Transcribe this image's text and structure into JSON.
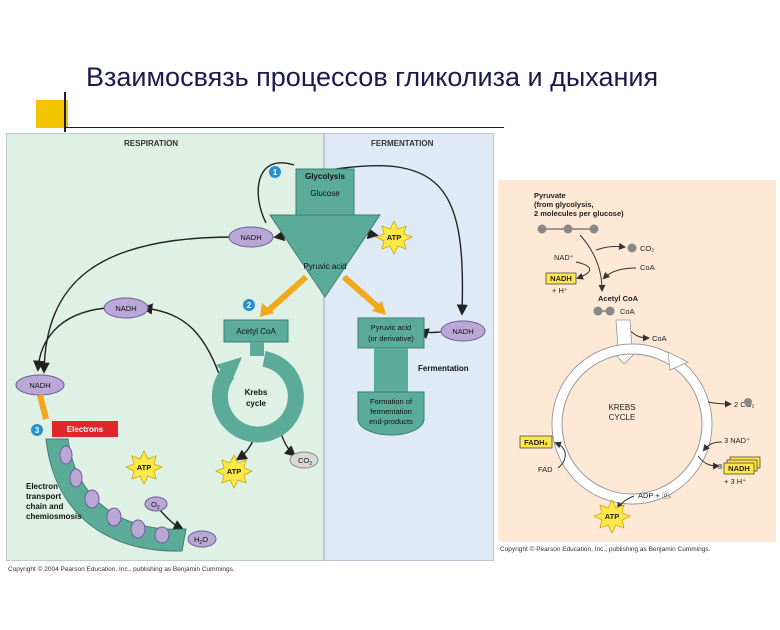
{
  "title": "Взаимосвязь процессов гликолиза и дыхания",
  "left": {
    "respiration": "RESPIRATION",
    "fermentation": "FERMENTATION",
    "step1": "1",
    "step2": "2",
    "step3": "3",
    "glycolysis": "Glycolysis",
    "glucose": "Glucose",
    "pyruvic_acid": "Pyruvic acid",
    "nadh": "NADH",
    "atp": "ATP",
    "acetyl_coa": "Acetyl CoA",
    "pyruvic_deriv_line1": "Pyruvic acid",
    "pyruvic_deriv_line2": "(or derivative)",
    "fermentation_label": "Fermentation",
    "krebs_line1": "Krebs",
    "krebs_line2": "cycle",
    "co2": "CO",
    "co2_sub": "2",
    "formation_line1": "Formation of",
    "formation_line2": "fermentation",
    "formation_line3": "end-products",
    "electrons": "Electrons",
    "etc_line1": "Electron",
    "etc_line2": "transport",
    "etc_line3": "chain and",
    "etc_line4": "chemiosmosis",
    "o2": "O",
    "o2_sub": "2",
    "h2o": "H",
    "h2o_sub": "2",
    "h2o_end": "O",
    "copyright": "Copyright © 2004 Pearson Education, Inc., publishing as Benjamin Cummings."
  },
  "right": {
    "pyruvate_line1": "Pyruvate",
    "pyruvate_line2": "(from glycolysis,",
    "pyruvate_line3": "2 molecules per glucose)",
    "nad_plus": "NAD⁺",
    "co2": "CO₂",
    "coa": "CoA",
    "nadh": "NADH",
    "h_plus": "+ H⁺",
    "acetyl_coa": "Acetyl CoA",
    "coa2": "CoA",
    "coa3": "CoA",
    "krebs_line1": "KREBS",
    "krebs_line2": "CYCLE",
    "two_co2": "2 CO₂",
    "fadh2": "FADH₂",
    "fad": "FAD",
    "three_nad": "3 NAD⁺",
    "three_nadh": "3",
    "nadh_box": "NADH",
    "three_h": "+ 3 H⁺",
    "adp": "ADP + ⓟᵢ",
    "atp": "ATP",
    "copyright": "Copyright © Pearson Education, Inc., publishing as Benjamin Cummings."
  },
  "colors": {
    "respiration_bg": "#dff0e4",
    "fermentation_bg": "#deeaf5",
    "green": "#5aab98",
    "purple_cell": "#b9a8d6",
    "red": "#e0262b",
    "yellow": "#ffe84a",
    "orange": "#f2a81c",
    "right_bg": "#fde9d6"
  }
}
